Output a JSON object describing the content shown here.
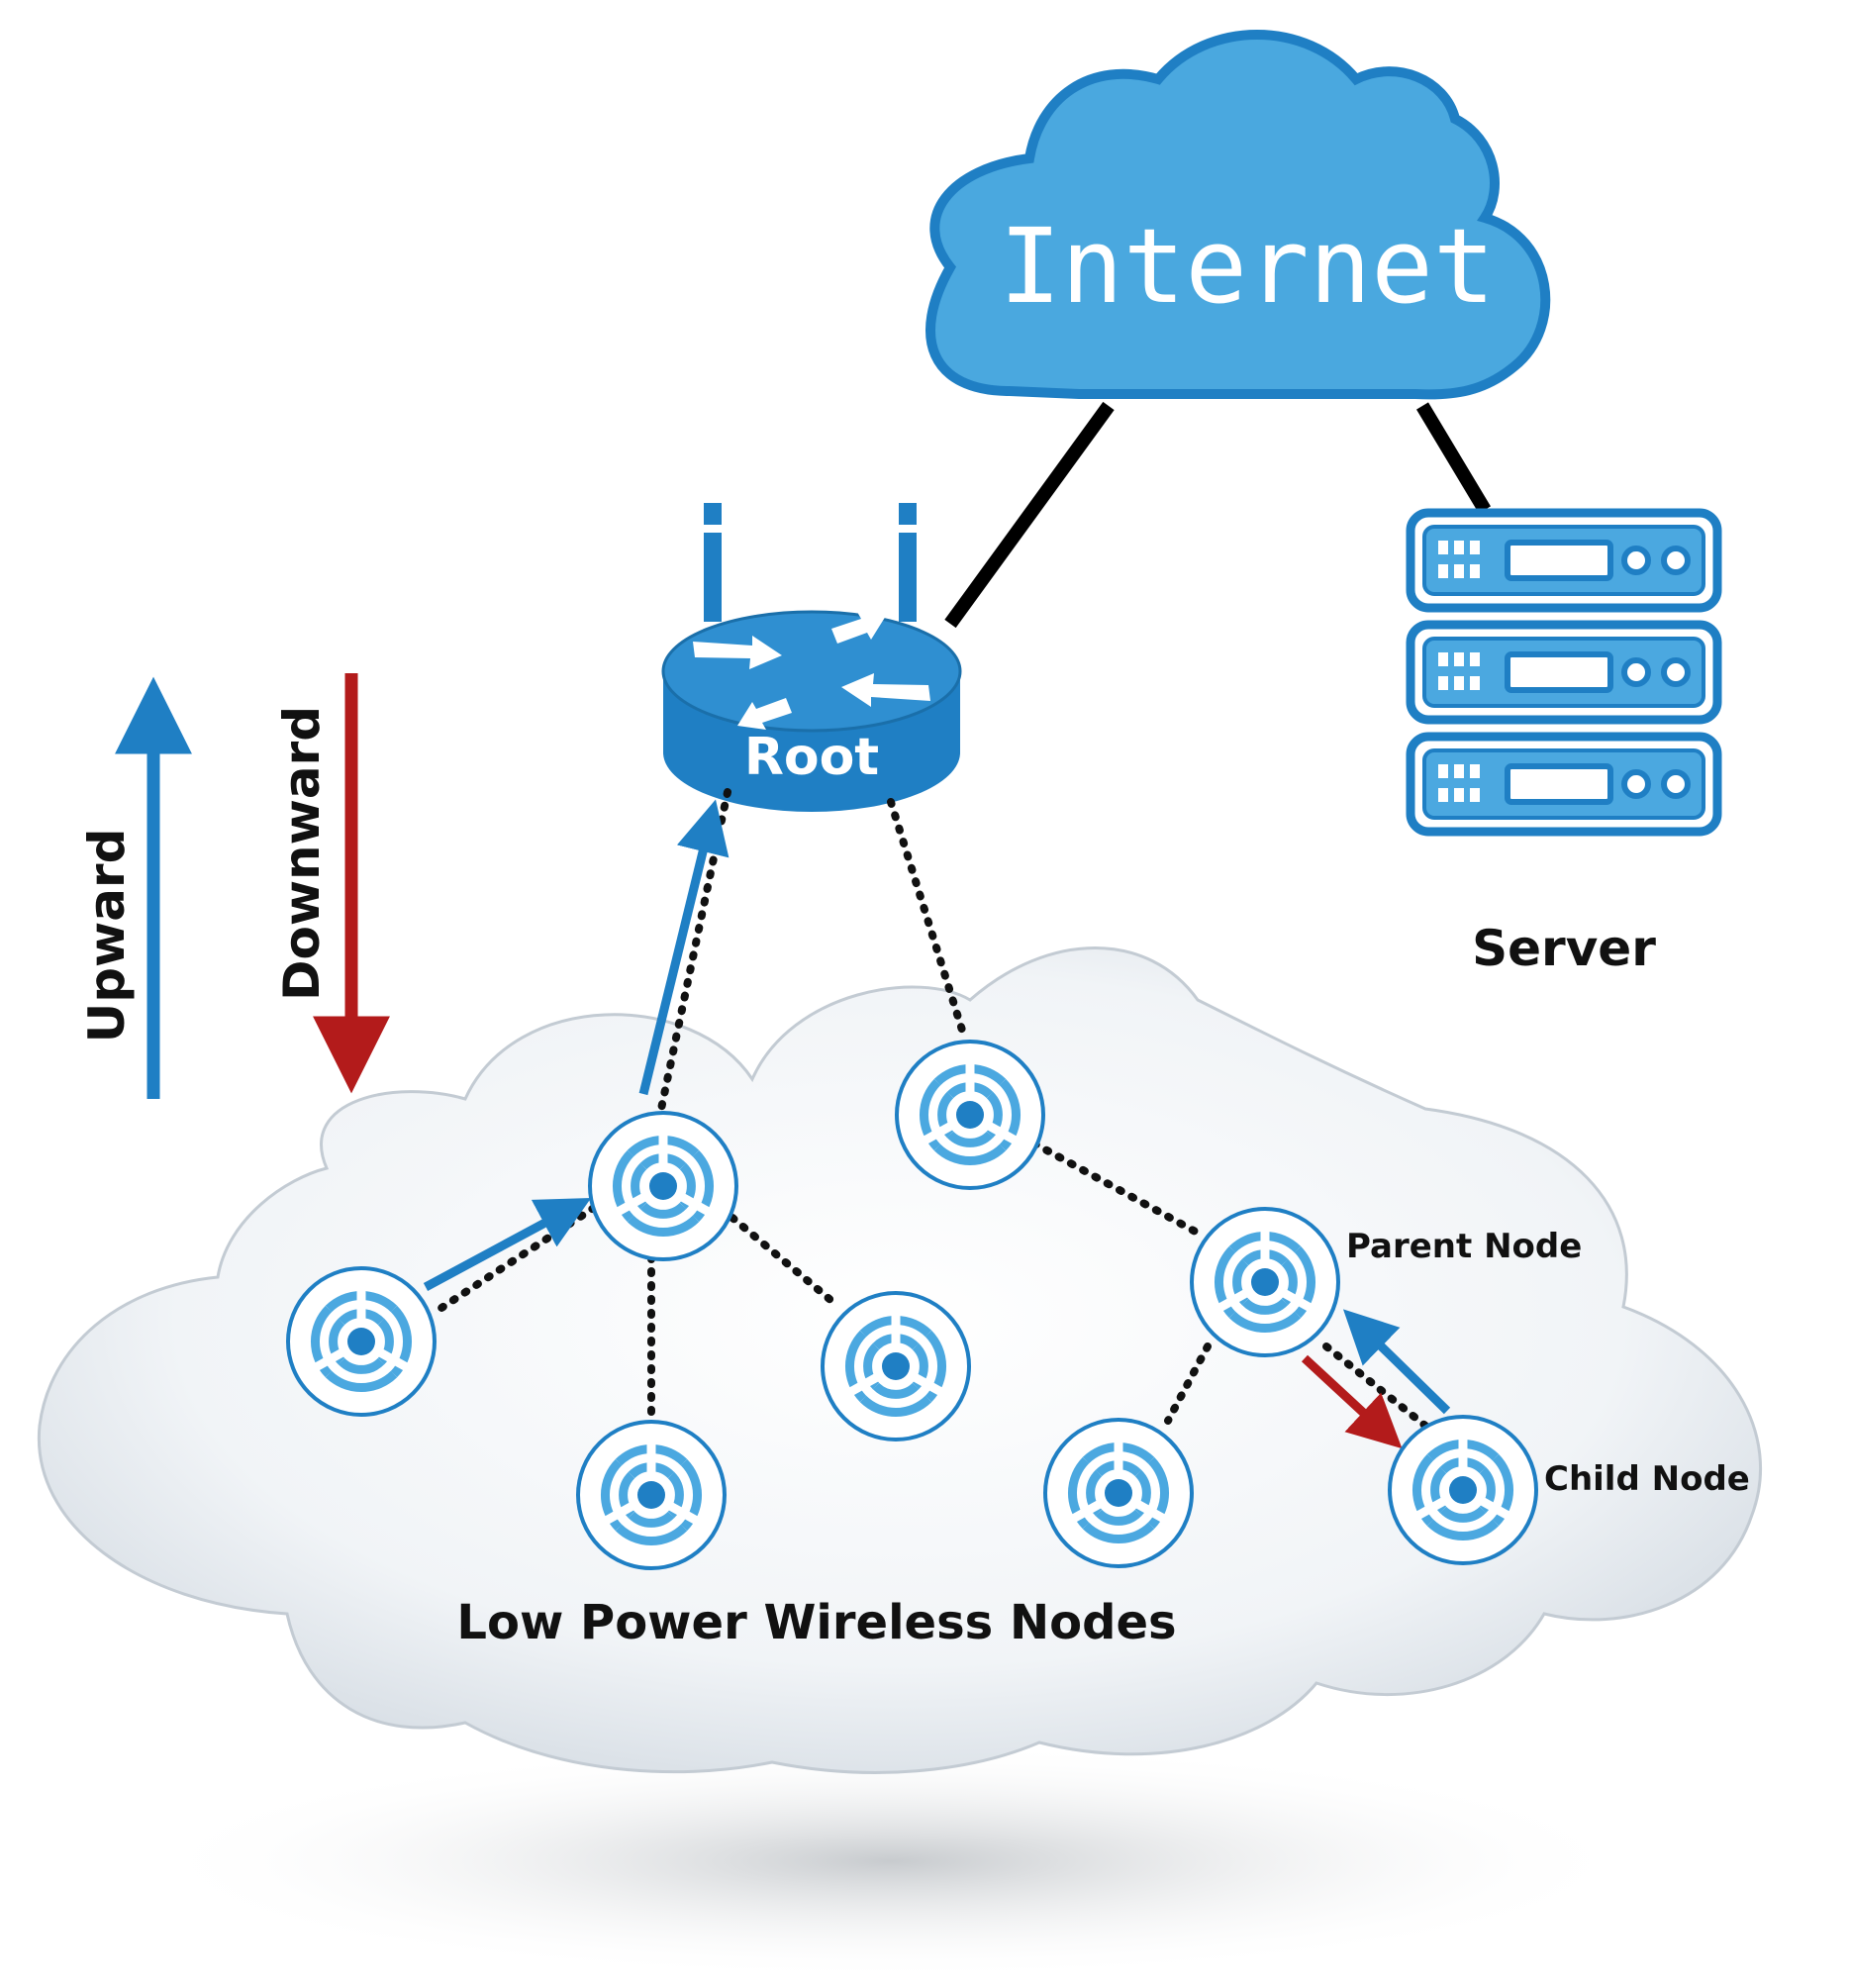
{
  "labels": {
    "internet": "Internet",
    "root": "Root",
    "server": "Server",
    "upward": "Upward",
    "downward": "Downward",
    "parent_node": "Parent Node",
    "child_node": "Child Node",
    "mesh": "Low Power Wireless Nodes"
  },
  "colors": {
    "accent_blue": "#1f7fc4",
    "icon_blue": "#4ba8e0",
    "downward_red": "#b31b1b",
    "link_black": "#000000",
    "cloud_blue": "#4aa8df"
  },
  "nodes": [
    {
      "id": "n1",
      "name": "wireless-node-left"
    },
    {
      "id": "n2",
      "name": "wireless-node-hub"
    },
    {
      "id": "n3",
      "name": "wireless-node-bottom-center"
    },
    {
      "id": "n4",
      "name": "wireless-node-center-right"
    },
    {
      "id": "n5",
      "name": "wireless-node-upper-right"
    },
    {
      "id": "n6",
      "name": "parent-node"
    },
    {
      "id": "n7",
      "name": "wireless-node-bottom-right"
    },
    {
      "id": "n8",
      "name": "child-node"
    }
  ],
  "links": [
    {
      "from": "root",
      "to": "n2",
      "type": "wireless"
    },
    {
      "from": "root",
      "to": "n5",
      "type": "wireless"
    },
    {
      "from": "n2",
      "to": "n1",
      "type": "wireless"
    },
    {
      "from": "n2",
      "to": "n3",
      "type": "wireless"
    },
    {
      "from": "n2",
      "to": "n4",
      "type": "wireless"
    },
    {
      "from": "n5",
      "to": "n6",
      "type": "wireless"
    },
    {
      "from": "n6",
      "to": "n7",
      "type": "wireless"
    },
    {
      "from": "n6",
      "to": "n8",
      "type": "wireless"
    },
    {
      "from": "root",
      "to": "internet",
      "type": "wired"
    },
    {
      "from": "internet",
      "to": "server",
      "type": "wired"
    }
  ]
}
